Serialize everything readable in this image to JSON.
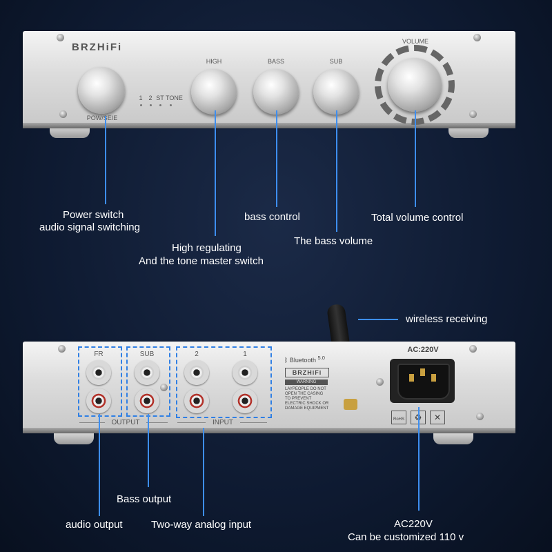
{
  "front_panel": {
    "brand": "BRZHiFi",
    "power_label": "POW/SEIE",
    "indicator_labels": [
      "1",
      "2",
      "ST",
      "TONE"
    ],
    "knob_labels": {
      "high": "HIGH",
      "bass": "BASS",
      "sub": "SUB",
      "volume": "VOLUME"
    }
  },
  "rear_panel": {
    "fr": "FR",
    "sub": "SUB",
    "in2": "2",
    "in1": "1",
    "output": "OUTPUT",
    "input": "INPUT",
    "bluetooth": "Bluetooth",
    "bluetooth_version": "5.0",
    "brand": "BRZHiFi",
    "warning": "WARNING",
    "warning_text": "LAYPEOPLE DO NOT OPEN THE CASING TO PREVENT ELECTRIC SHOCK OR DAMAGE EQUIPMENT",
    "ac_label": "AC:220V",
    "cert_rohs": "RoHS"
  },
  "callouts": {
    "power": "Power switch",
    "power_sub": "audio signal switching",
    "high": "High regulating",
    "high_sub": "And the tone master switch",
    "bass_control": "bass control",
    "bass_volume": "The bass volume",
    "total_volume": "Total volume control",
    "wireless": "wireless receiving",
    "bass_output": "Bass output",
    "audio_output": "audio output",
    "analog_input": "Two-way analog input",
    "ac": "AC220V",
    "ac_sub": "Can be customized 110 v"
  },
  "colors": {
    "accent_line": "#3d8ef0",
    "background": "#0e1a31"
  }
}
